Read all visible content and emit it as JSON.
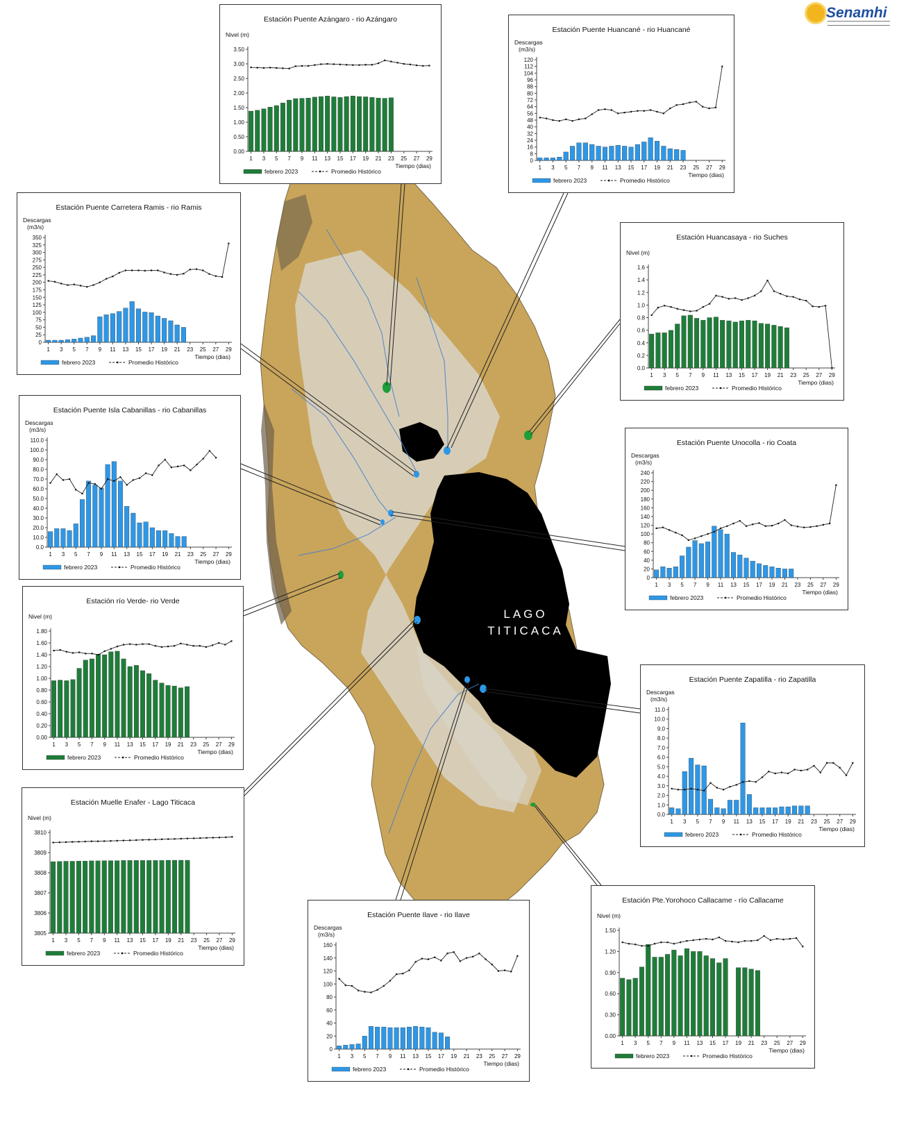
{
  "logo": {
    "text": "Senamhi"
  },
  "map": {
    "lake_label_line1": "LAGO",
    "lake_label_line2": "TITICACA"
  },
  "colors": {
    "green": "#1f7d3a",
    "blue": "#2e97e6",
    "line": "#222222",
    "terrain": "#c9a55b",
    "lake": "#000000"
  },
  "chart_data": [
    {
      "id": "azangaro",
      "type": "bar",
      "title": "Estación Puente Azángaro - rio Azángaro",
      "ylabel": "Nivel (m)",
      "xlabel": "Tiempo (dias)",
      "bar_color": "green",
      "ylim": [
        0,
        3.5
      ],
      "yticks": [
        "0.00",
        "0.50",
        "1.00",
        "1.50",
        "2.00",
        "2.50",
        "3.00",
        "3.50"
      ],
      "x_ticks": [
        1,
        3,
        5,
        7,
        9,
        11,
        13,
        15,
        17,
        19,
        21,
        23,
        25,
        27,
        29
      ],
      "legend": [
        "febrero 2023",
        "Promedio Histórico"
      ],
      "bars": [
        1.38,
        1.41,
        1.46,
        1.52,
        1.57,
        1.66,
        1.76,
        1.81,
        1.82,
        1.83,
        1.86,
        1.88,
        1.9,
        1.87,
        1.85,
        1.88,
        1.9,
        1.88,
        1.87,
        1.85,
        1.83,
        1.82,
        1.84
      ],
      "hist": [
        2.88,
        2.87,
        2.86,
        2.87,
        2.86,
        2.85,
        2.84,
        2.92,
        2.93,
        2.93,
        2.96,
        2.99,
        3.0,
        2.99,
        2.98,
        2.97,
        2.96,
        2.96,
        2.97,
        2.97,
        3.02,
        3.12,
        3.08,
        3.04,
        3.0,
        2.98,
        2.95,
        2.93,
        2.94
      ]
    },
    {
      "id": "huancane",
      "type": "bar",
      "title": "Estación Puente Huancané - rio Huancané",
      "ylabel": "Descargas (m3/s)",
      "xlabel": "Tiempo (dias)",
      "bar_color": "blue",
      "ylim": [
        0,
        120
      ],
      "yticks": [
        "0",
        "8",
        "16",
        "24",
        "32",
        "40",
        "48",
        "56",
        "64",
        "72",
        "80",
        "88",
        "96",
        "104",
        "112",
        "120"
      ],
      "x_ticks": [
        1,
        3,
        5,
        7,
        9,
        11,
        13,
        15,
        17,
        19,
        21,
        23,
        25,
        27,
        29
      ],
      "legend": [
        "febrero 2023",
        "Promedio Histórico"
      ],
      "bars": [
        3,
        3,
        3,
        4,
        10,
        17,
        21,
        21,
        19,
        17,
        16,
        17,
        18,
        17,
        16,
        19,
        22,
        27,
        23,
        17,
        14,
        13,
        12
      ],
      "hist": [
        51,
        50,
        48,
        47,
        49,
        47,
        49,
        50,
        55,
        60,
        61,
        60,
        56,
        57,
        58,
        59,
        59,
        60,
        58,
        56,
        62,
        66,
        67,
        69,
        70,
        64,
        62,
        63,
        112
      ]
    },
    {
      "id": "ramis",
      "type": "bar",
      "title": "Estación Puente Carretera Ramis - rio Ramis",
      "ylabel": "Descargas (m3/s)",
      "xlabel": "Tiempo (dias)",
      "bar_color": "blue",
      "ylim": [
        0,
        350
      ],
      "yticks": [
        "0",
        "25",
        "50",
        "75",
        "100",
        "125",
        "150",
        "175",
        "200",
        "225",
        "250",
        "275",
        "300",
        "325",
        "350"
      ],
      "x_ticks": [
        1,
        3,
        5,
        7,
        9,
        11,
        13,
        15,
        17,
        19,
        21,
        23,
        25,
        27,
        29
      ],
      "legend": [
        "febrero 2023",
        "Promedio Histórico"
      ],
      "bars": [
        7,
        7,
        7,
        9,
        11,
        14,
        17,
        22,
        85,
        92,
        96,
        103,
        114,
        136,
        112,
        101,
        99,
        88,
        80,
        72,
        58,
        50
      ],
      "hist": [
        205,
        202,
        196,
        191,
        193,
        189,
        185,
        191,
        200,
        212,
        220,
        232,
        240,
        240,
        240,
        239,
        240,
        240,
        233,
        228,
        225,
        229,
        243,
        244,
        240,
        228,
        221,
        218,
        330
      ]
    },
    {
      "id": "huancasaya",
      "type": "bar",
      "title": "Estación Huancasaya - rio Suches",
      "ylabel": "Nivel (m)",
      "xlabel": "Tiempo (dias)",
      "bar_color": "green",
      "ylim": [
        0,
        1.6
      ],
      "yticks": [
        "0.0",
        "0.2",
        "0.4",
        "0.6",
        "0.8",
        "1.0",
        "1.2",
        "1.4",
        "1.6"
      ],
      "x_ticks": [
        1,
        3,
        5,
        7,
        9,
        11,
        13,
        15,
        17,
        19,
        21,
        23,
        25,
        27,
        29
      ],
      "legend": [
        "febrero 2023",
        "Promedio Histórico"
      ],
      "bars": [
        0.54,
        0.56,
        0.56,
        0.6,
        0.7,
        0.83,
        0.84,
        0.79,
        0.76,
        0.8,
        0.81,
        0.76,
        0.75,
        0.73,
        0.75,
        0.76,
        0.75,
        0.71,
        0.7,
        0.68,
        0.66,
        0.64
      ],
      "hist": [
        0.84,
        0.96,
        0.99,
        0.97,
        0.94,
        0.92,
        0.9,
        0.91,
        0.97,
        1.02,
        1.15,
        1.13,
        1.1,
        1.11,
        1.08,
        1.11,
        1.15,
        1.22,
        1.39,
        1.22,
        1.18,
        1.14,
        1.13,
        1.09,
        1.07,
        0.98,
        0.97,
        0.99,
        0.0
      ]
    },
    {
      "id": "cabanillas",
      "type": "bar",
      "title": "Estación Puente Isla Cabanillas - rio Cabanillas",
      "ylabel": "Descargas (m3/s)",
      "xlabel": "Tiempo (dias)",
      "bar_color": "blue",
      "ylim": [
        0,
        110
      ],
      "yticks": [
        "0.0",
        "10.0",
        "20.0",
        "30.0",
        "40.0",
        "50.0",
        "60.0",
        "70.0",
        "80.0",
        "90.0",
        "100.0",
        "110.0"
      ],
      "x_ticks": [
        1,
        3,
        5,
        7,
        9,
        11,
        13,
        15,
        17,
        19,
        21,
        23,
        25,
        27,
        29
      ],
      "legend": [
        "febrero 2023",
        "Promedio Histórico"
      ],
      "bars": [
        16,
        19,
        19,
        17,
        24,
        49,
        68,
        64,
        61,
        85,
        88,
        68,
        42,
        35,
        25,
        26,
        20,
        17,
        17,
        14,
        11,
        11
      ],
      "hist": [
        66,
        75,
        69,
        70,
        59,
        55,
        66,
        65,
        60,
        70,
        68,
        72,
        64,
        69,
        71,
        76,
        74,
        84,
        90,
        82,
        83,
        84,
        79,
        85,
        91,
        99,
        92
      ]
    },
    {
      "id": "coata",
      "type": "bar",
      "title": "Estación Puente Unocolla - rio Coata",
      "ylabel": "Descargas (m3/s)",
      "xlabel": "Tiempo (dias)",
      "bar_color": "blue",
      "ylim": [
        0,
        240
      ],
      "yticks": [
        "0",
        "20",
        "40",
        "60",
        "80",
        "100",
        "120",
        "140",
        "160",
        "180",
        "200",
        "220",
        "240"
      ],
      "x_ticks": [
        1,
        3,
        5,
        7,
        9,
        11,
        13,
        15,
        17,
        19,
        21,
        23,
        25,
        27,
        29
      ],
      "legend": [
        "febrero 2023",
        "Promedio Histórico"
      ],
      "bars": [
        18,
        25,
        22,
        25,
        50,
        70,
        85,
        78,
        82,
        118,
        110,
        100,
        58,
        52,
        45,
        38,
        32,
        28,
        25,
        22,
        20,
        20
      ],
      "hist": [
        113,
        115,
        109,
        103,
        97,
        86,
        90,
        95,
        100,
        105,
        113,
        118,
        124,
        130,
        118,
        122,
        125,
        118,
        119,
        124,
        132,
        120,
        117,
        115,
        116,
        118,
        121,
        124,
        212
      ]
    },
    {
      "id": "verde",
      "type": "bar",
      "title": "Estación río Verde- rio Verde",
      "ylabel": "Nivel (m)",
      "xlabel": "Tiempo (dias)",
      "bar_color": "green",
      "ylim": [
        0,
        1.8
      ],
      "yticks": [
        "0.00",
        "0.20",
        "0.40",
        "0.60",
        "0.80",
        "1.00",
        "1.20",
        "1.40",
        "1.60",
        "1.80"
      ],
      "x_ticks": [
        1,
        3,
        5,
        7,
        9,
        11,
        13,
        15,
        17,
        19,
        21,
        23,
        25,
        27,
        29
      ],
      "legend": [
        "febrero 2023",
        "Promedio Histórico"
      ],
      "bars": [
        0.96,
        0.97,
        0.96,
        0.98,
        1.17,
        1.31,
        1.33,
        1.41,
        1.4,
        1.45,
        1.46,
        1.33,
        1.2,
        1.22,
        1.13,
        1.08,
        0.97,
        0.92,
        0.88,
        0.87,
        0.84,
        0.86
      ],
      "hist": [
        1.47,
        1.48,
        1.45,
        1.43,
        1.44,
        1.42,
        1.42,
        1.4,
        1.46,
        1.5,
        1.54,
        1.57,
        1.58,
        1.57,
        1.58,
        1.58,
        1.55,
        1.53,
        1.54,
        1.55,
        1.59,
        1.57,
        1.55,
        1.55,
        1.53,
        1.56,
        1.6,
        1.57,
        1.63
      ]
    },
    {
      "id": "enafer",
      "type": "bar",
      "title": "Estación Muelle Enafer - Lago Titicaca",
      "ylabel": "Nivel (m)",
      "xlabel": "Tiempo (dias)",
      "bar_color": "green",
      "ylim": [
        3805,
        3810
      ],
      "yticks": [
        "3805",
        "3806",
        "3807",
        "3808",
        "3809",
        "3810"
      ],
      "x_ticks": [
        1,
        3,
        5,
        7,
        9,
        11,
        13,
        15,
        17,
        19,
        21,
        23,
        25,
        27,
        29
      ],
      "legend": [
        "febrero 2023",
        "Promedio Histórico"
      ],
      "bars": [
        3808.55,
        3808.56,
        3808.57,
        3808.57,
        3808.58,
        3808.58,
        3808.59,
        3808.59,
        3808.6,
        3808.6,
        3808.6,
        3808.61,
        3808.61,
        3808.61,
        3808.61,
        3808.61,
        3808.61,
        3808.61,
        3808.62,
        3808.62,
        3808.62,
        3808.62
      ],
      "hist": [
        3809.5,
        3809.51,
        3809.52,
        3809.53,
        3809.54,
        3809.55,
        3809.56,
        3809.56,
        3809.57,
        3809.58,
        3809.59,
        3809.6,
        3809.61,
        3809.62,
        3809.63,
        3809.64,
        3809.65,
        3809.66,
        3809.67,
        3809.68,
        3809.69,
        3809.7,
        3809.71,
        3809.72,
        3809.73,
        3809.74,
        3809.75,
        3809.76,
        3809.78
      ]
    },
    {
      "id": "zapatilla",
      "type": "bar",
      "title": "Estación Puente Zapatilla - rio Zapatilla",
      "ylabel": "Descargas (m3/s)",
      "xlabel": "Tiempo (dias)",
      "bar_color": "blue",
      "ylim": [
        0,
        11
      ],
      "yticks": [
        "0.0",
        "1.0",
        "2.0",
        "3.0",
        "4.0",
        "5.0",
        "6.0",
        "7.0",
        "8.0",
        "9.0",
        "10.0",
        "11.0"
      ],
      "x_ticks": [
        1,
        3,
        5,
        7,
        9,
        11,
        13,
        15,
        17,
        19,
        21,
        23,
        25,
        27,
        29
      ],
      "legend": [
        "febrero 2023",
        "Promedio Histórico"
      ],
      "bars": [
        0.7,
        0.6,
        4.5,
        5.9,
        5.2,
        5.1,
        1.6,
        0.7,
        0.6,
        1.5,
        1.5,
        9.6,
        2.1,
        0.7,
        0.7,
        0.7,
        0.7,
        0.8,
        0.8,
        0.9,
        0.9,
        0.9
      ],
      "hist": [
        2.7,
        2.6,
        2.6,
        2.7,
        2.6,
        2.5,
        3.3,
        2.8,
        2.6,
        2.9,
        3.1,
        3.4,
        3.5,
        3.4,
        3.9,
        4.5,
        4.3,
        4.4,
        4.3,
        4.7,
        4.6,
        4.7,
        5.1,
        4.4,
        5.4,
        5.4,
        4.9,
        4.1,
        5.4
      ]
    },
    {
      "id": "ilave",
      "type": "bar",
      "title": "Estación Puente Ilave - rio Ilave",
      "ylabel": "Descargas (m3/s)",
      "xlabel": "Tiempo (dias)",
      "bar_color": "blue",
      "ylim": [
        0,
        160
      ],
      "yticks": [
        "0",
        "20",
        "40",
        "60",
        "80",
        "100",
        "120",
        "140",
        "160"
      ],
      "x_ticks": [
        1,
        3,
        5,
        7,
        9,
        11,
        13,
        15,
        17,
        19,
        21,
        23,
        25,
        27,
        29
      ],
      "legend": [
        "febrero 2023",
        "Promedio Histórico"
      ],
      "bars": [
        5,
        6,
        7,
        8,
        20,
        35,
        34,
        34,
        33,
        33,
        33,
        34,
        35,
        34,
        33,
        26,
        25,
        19
      ],
      "hist": [
        108,
        98,
        97,
        90,
        88,
        87,
        91,
        97,
        105,
        115,
        116,
        121,
        134,
        139,
        138,
        141,
        136,
        147,
        149,
        135,
        140,
        142,
        147,
        138,
        130,
        120,
        121,
        119,
        143
      ]
    },
    {
      "id": "callacame",
      "type": "bar",
      "title": "Estación Pte.Yorohoco Callacame - río Callacame",
      "ylabel": "Nivel (m)",
      "xlabel": "Tiempo (dias)",
      "bar_color": "green",
      "ylim": [
        0,
        1.5
      ],
      "yticks": [
        "0.00",
        "0.30",
        "0.60",
        "0.90",
        "1.20",
        "1.50"
      ],
      "x_ticks": [
        1,
        3,
        5,
        7,
        9,
        11,
        13,
        15,
        17,
        19,
        21,
        23,
        25,
        27,
        29
      ],
      "legend": [
        "febrero 2023",
        "Promedio Histórico"
      ],
      "bars": [
        0.82,
        0.8,
        0.82,
        0.98,
        1.3,
        1.12,
        1.12,
        1.16,
        1.22,
        1.14,
        1.24,
        1.2,
        1.2,
        1.14,
        1.1,
        1.04,
        1.1,
        null,
        0.97,
        0.97,
        0.95,
        0.93
      ],
      "hist": [
        1.33,
        1.31,
        1.3,
        1.28,
        1.28,
        1.31,
        1.33,
        1.33,
        1.31,
        1.33,
        1.35,
        1.36,
        1.37,
        1.38,
        1.37,
        1.4,
        1.35,
        1.34,
        1.33,
        1.35,
        1.35,
        1.36,
        1.42,
        1.36,
        1.38,
        1.37,
        1.38,
        1.39,
        1.27
      ]
    }
  ]
}
